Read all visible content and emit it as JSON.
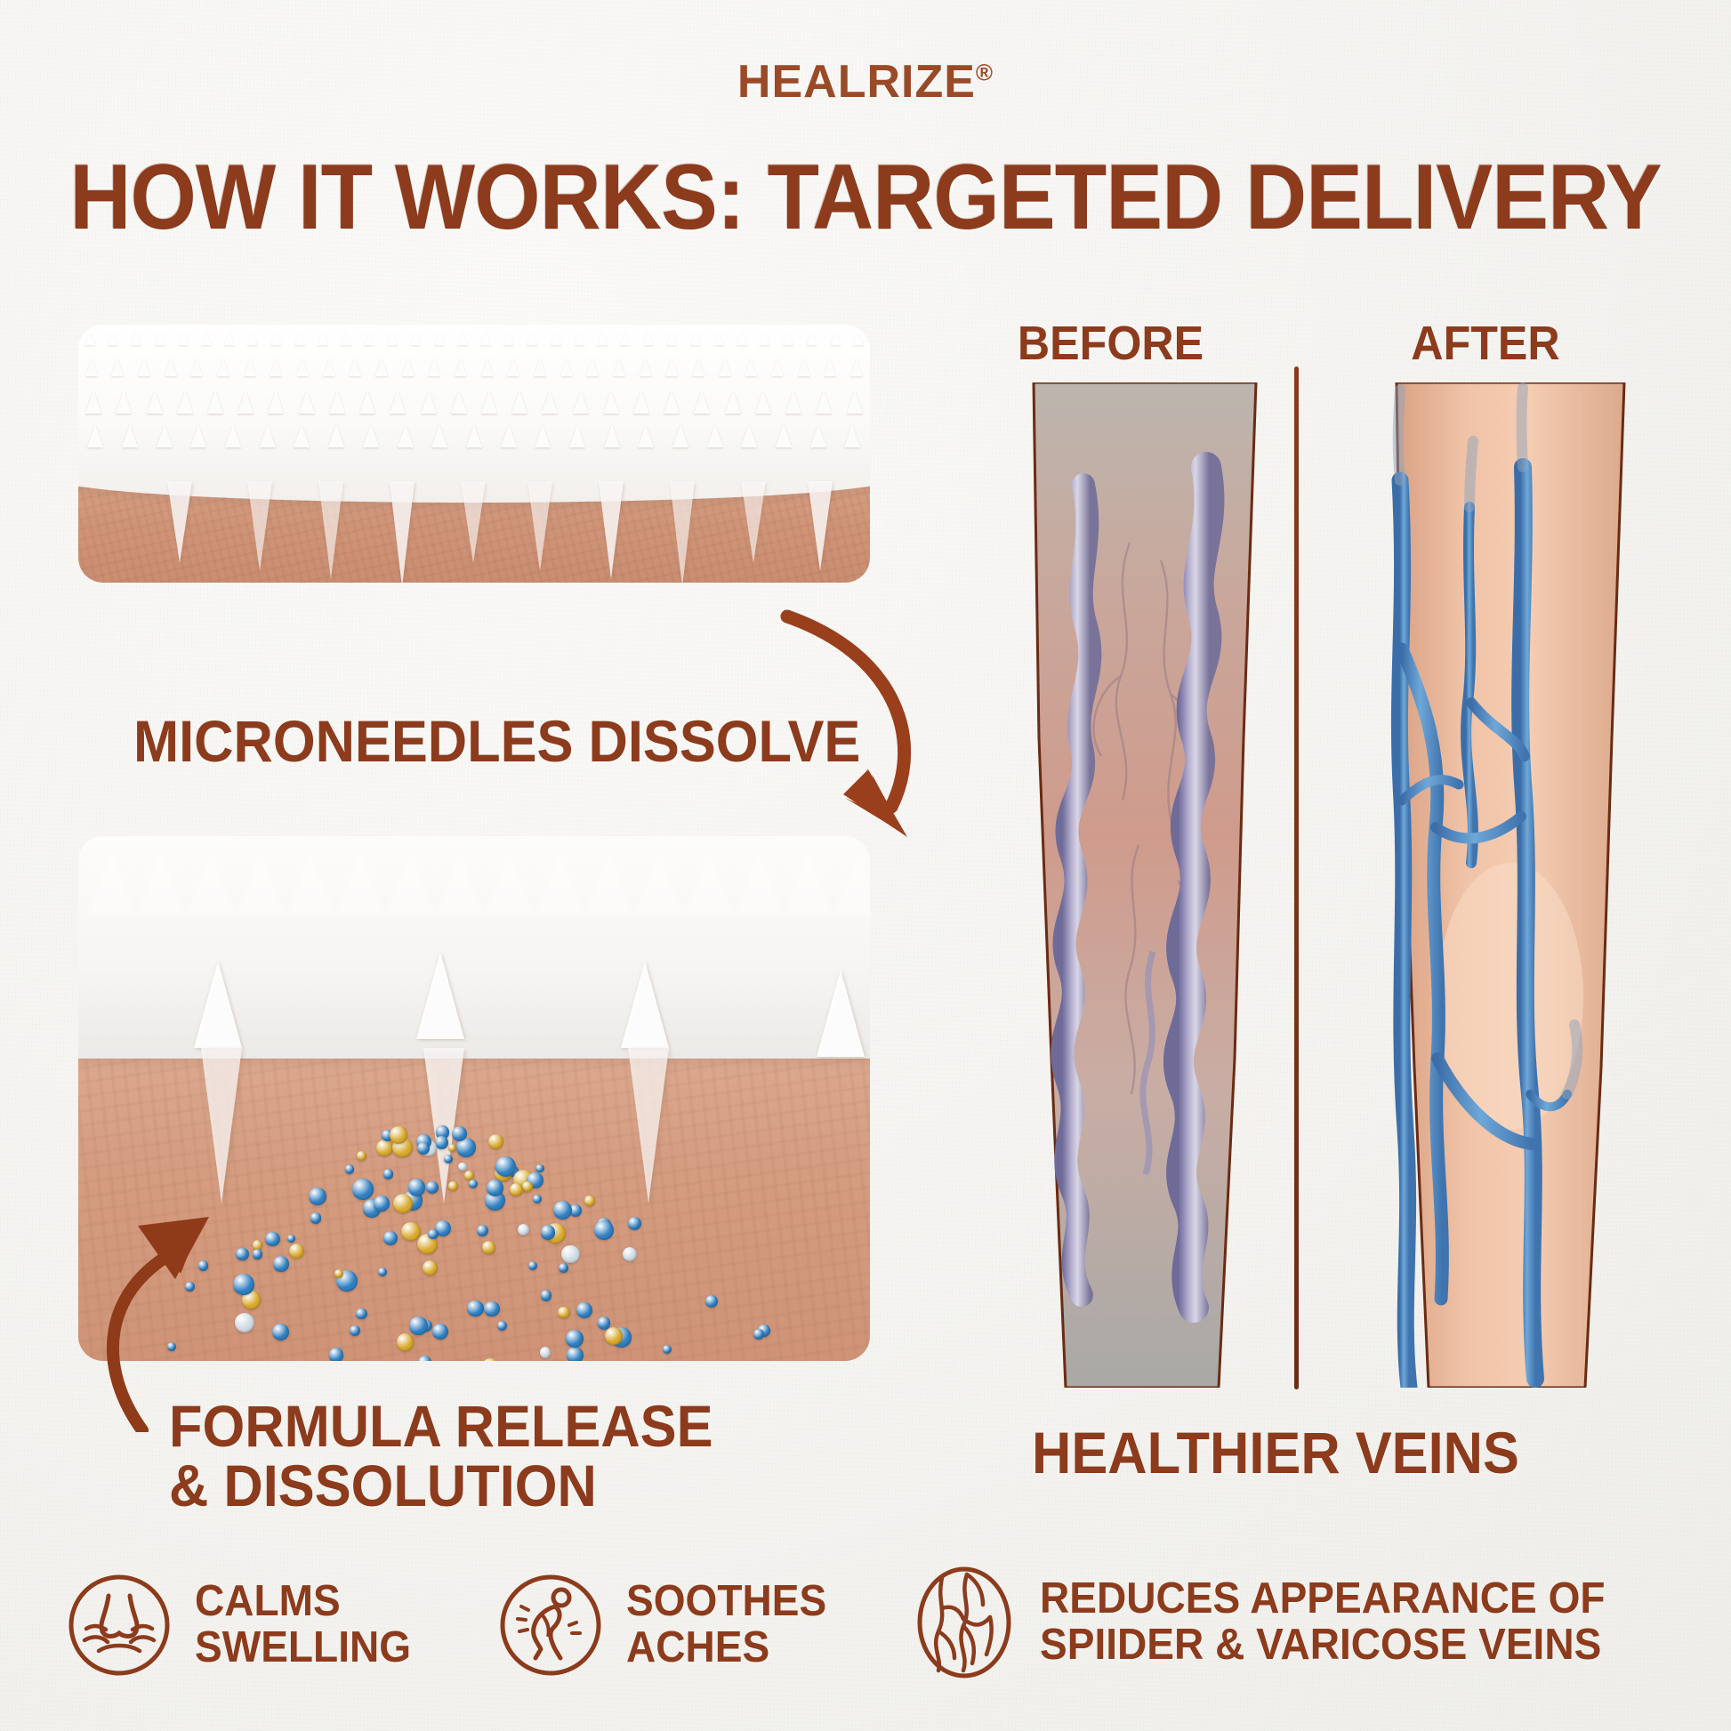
{
  "brand": {
    "name": "HEALRIZE",
    "trademark": "®"
  },
  "headline": "HOW IT WORKS: TARGETED DELIVERY",
  "colors": {
    "accent_brown": "#8c3b1c",
    "brand_brown": "#9a4a26",
    "background": "#f6f5f3",
    "skin": "#cf9478",
    "vein_blue": "#4a86c5",
    "varicose_purple": "#8e86b4",
    "particle_blue": "#2f7fc1",
    "particle_gold": "#d9a92c"
  },
  "left_column": {
    "panel_1": {
      "name": "microneedle-patch-photo",
      "caption": "MICRONEEDLES DISSOLVE"
    },
    "panel_2": {
      "name": "formula-release-photo",
      "caption_line_1": "FORMULA RELEASE",
      "caption_line_2": "& DISSOLUTION"
    }
  },
  "right_column": {
    "before_label": "BEFORE",
    "after_label": "AFTER",
    "caption": "HEALTHIER VEINS"
  },
  "benefits": [
    {
      "icon": "swelling-face-icon",
      "line_1": "CALMS",
      "line_2": "SWELLING"
    },
    {
      "icon": "aching-person-icon",
      "line_1": "SOOTHES",
      "line_2": "ACHES"
    },
    {
      "icon": "vein-branch-icon",
      "line_1": "REDUCES APPEARANCE OF",
      "line_2": "SPIIDER & VARICOSE VEINS"
    }
  ]
}
